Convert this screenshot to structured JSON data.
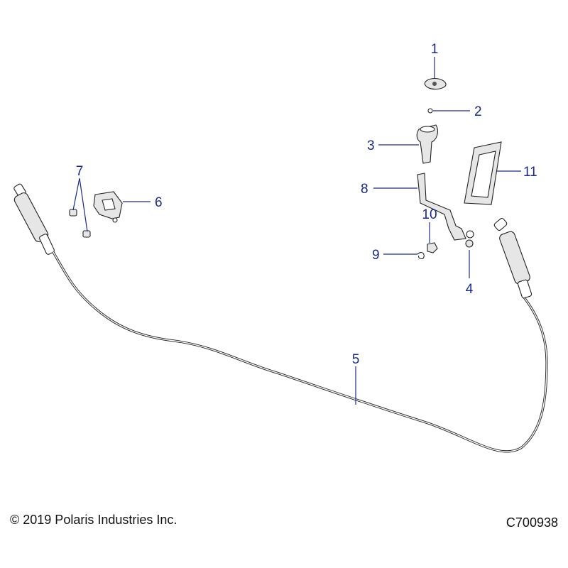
{
  "callouts": [
    "1",
    "2",
    "3",
    "4",
    "5",
    "6",
    "7",
    "8",
    "9",
    "10",
    "11"
  ],
  "footer": {
    "copyright": "© 2019 Polaris Industries Inc.",
    "figure_code": "C700938"
  }
}
